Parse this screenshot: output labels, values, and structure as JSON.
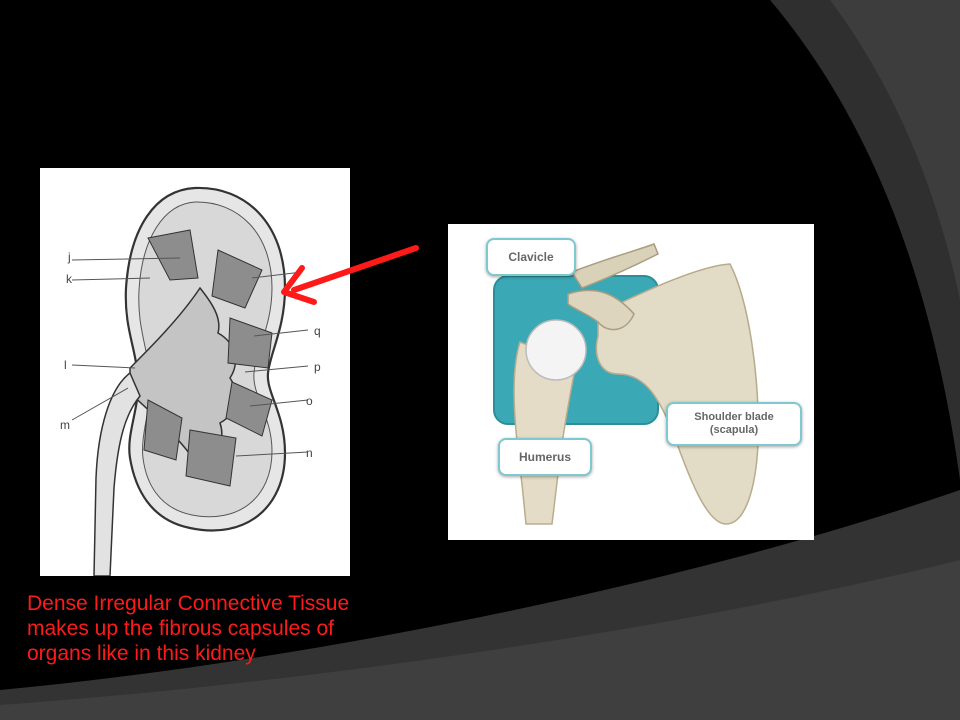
{
  "kidney_figure": {
    "labels": [
      "j",
      "k",
      "l",
      "m",
      "q",
      "p",
      "o",
      "n"
    ]
  },
  "shoulder_figure": {
    "callouts": {
      "clavicle": "Clavicle",
      "scapula": "Shoulder blade\n(scapula)",
      "humerus": "Humerus"
    }
  },
  "caption": "Dense Irregular Connective Tissue makes up the fibrous capsules of organs like in this kidney",
  "colors": {
    "caption": "#ff1a1a",
    "arrow": "#ff1a1a",
    "background": "#000000",
    "swoosh": "#3a3a3a",
    "callout_border": "#7ec8cf",
    "joint_box": "#3aa8b5"
  }
}
